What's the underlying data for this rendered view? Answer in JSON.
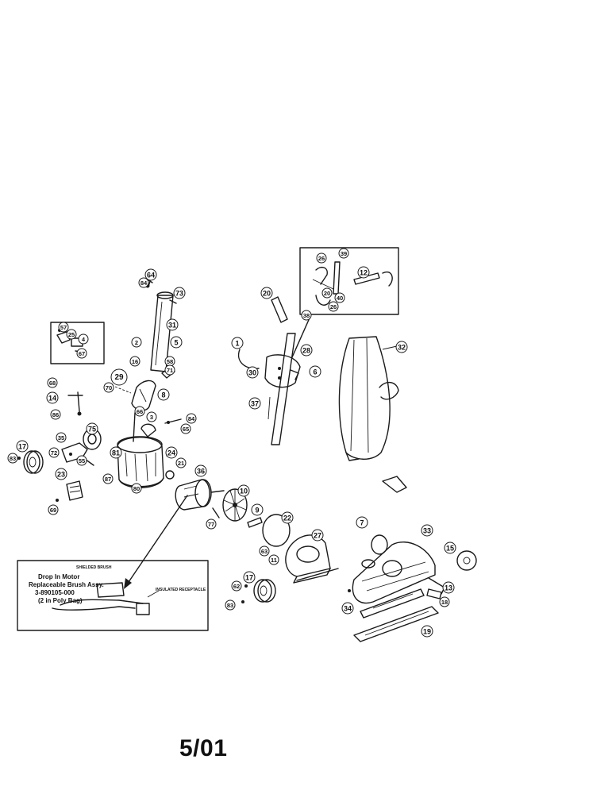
{
  "footer": {
    "date": "5/01"
  },
  "inset": {
    "lines": [
      "Drop In Motor",
      "Replaceable Brush Assy.",
      "3-890105-000",
      "(2 in Poly Bag)"
    ],
    "label_shielded": "SHIELDED BRUSH",
    "label_receptacle": "INSULATED RECEPTACLE"
  },
  "callouts": [
    {
      "id": "c64a",
      "label": "64"
    },
    {
      "id": "c84a",
      "label": "84"
    },
    {
      "id": "c73",
      "label": "73"
    },
    {
      "id": "c31",
      "label": "31"
    },
    {
      "id": "c57",
      "label": "57"
    },
    {
      "id": "c25",
      "label": "25"
    },
    {
      "id": "c4",
      "label": "4"
    },
    {
      "id": "c67",
      "label": "67"
    },
    {
      "id": "c2",
      "label": "2"
    },
    {
      "id": "c5",
      "label": "5"
    },
    {
      "id": "c16",
      "label": "16"
    },
    {
      "id": "c58",
      "label": "58"
    },
    {
      "id": "c71",
      "label": "71"
    },
    {
      "id": "c29",
      "label": "29"
    },
    {
      "id": "c70",
      "label": "70"
    },
    {
      "id": "c8",
      "label": "8"
    },
    {
      "id": "c68",
      "label": "68"
    },
    {
      "id": "c14",
      "label": "14"
    },
    {
      "id": "c86",
      "label": "86"
    },
    {
      "id": "c66",
      "label": "66"
    },
    {
      "id": "c3",
      "label": "3"
    },
    {
      "id": "c84b",
      "label": "84"
    },
    {
      "id": "c65",
      "label": "65"
    },
    {
      "id": "c75",
      "label": "75"
    },
    {
      "id": "c17a",
      "label": "17"
    },
    {
      "id": "c83a",
      "label": "83"
    },
    {
      "id": "c72",
      "label": "72"
    },
    {
      "id": "c55",
      "label": "55"
    },
    {
      "id": "c87",
      "label": "87"
    },
    {
      "id": "c81",
      "label": "81"
    },
    {
      "id": "c24",
      "label": "24"
    },
    {
      "id": "c21",
      "label": "21"
    },
    {
      "id": "c23",
      "label": "23"
    },
    {
      "id": "c69",
      "label": "69"
    },
    {
      "id": "c80",
      "label": "80"
    },
    {
      "id": "c36",
      "label": "36"
    },
    {
      "id": "c10",
      "label": "10"
    },
    {
      "id": "c9",
      "label": "9"
    },
    {
      "id": "c77",
      "label": "77"
    },
    {
      "id": "c20a",
      "label": "20"
    },
    {
      "id": "c1",
      "label": "1"
    },
    {
      "id": "c30",
      "label": "30"
    },
    {
      "id": "c28",
      "label": "28"
    },
    {
      "id": "c6",
      "label": "6"
    },
    {
      "id": "c37",
      "label": "37"
    },
    {
      "id": "c26a",
      "label": "26"
    },
    {
      "id": "c39",
      "label": "39"
    },
    {
      "id": "c12",
      "label": "12"
    },
    {
      "id": "c40",
      "label": "40"
    },
    {
      "id": "c26b",
      "label": "26"
    },
    {
      "id": "c38",
      "label": "38"
    },
    {
      "id": "c20b",
      "label": "20"
    },
    {
      "id": "c32",
      "label": "32"
    },
    {
      "id": "c22",
      "label": "22"
    },
    {
      "id": "c63",
      "label": "63"
    },
    {
      "id": "c11",
      "label": "11"
    },
    {
      "id": "c27",
      "label": "27"
    },
    {
      "id": "c17b",
      "label": "17"
    },
    {
      "id": "c62",
      "label": "62"
    },
    {
      "id": "c83b",
      "label": "83"
    },
    {
      "id": "c7",
      "label": "7"
    },
    {
      "id": "c33",
      "label": "33"
    },
    {
      "id": "c15",
      "label": "15"
    },
    {
      "id": "c13",
      "label": "13"
    },
    {
      "id": "c18",
      "label": "18"
    },
    {
      "id": "c34",
      "label": "34"
    },
    {
      "id": "c19",
      "label": "19"
    },
    {
      "id": "c35",
      "label": "35"
    }
  ]
}
